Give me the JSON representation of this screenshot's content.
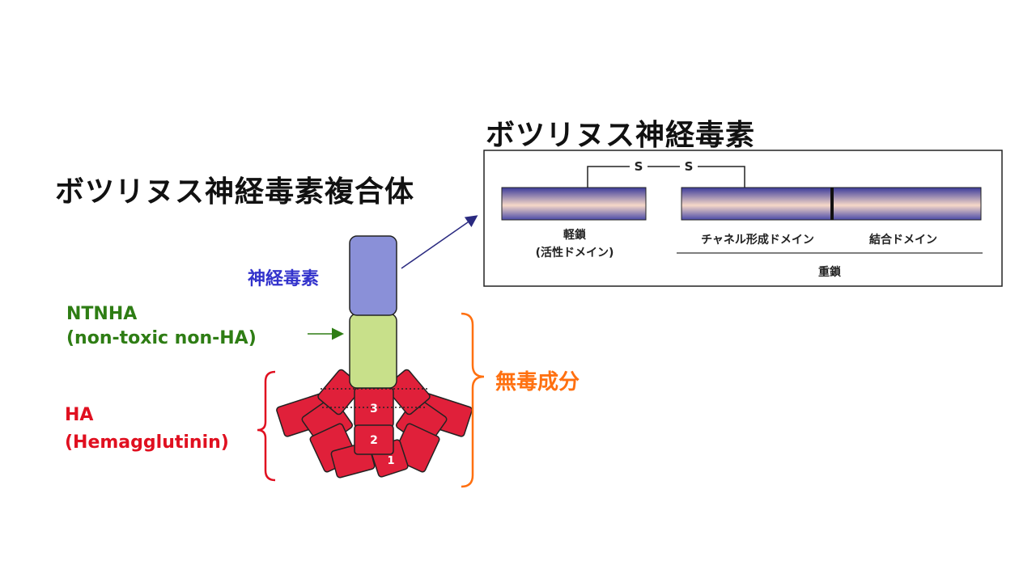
{
  "titles": {
    "complex": "ボツリヌス神経毒素複合体",
    "toxin": "ボツリヌス神経毒素"
  },
  "labels": {
    "neurotoxin": "神経毒素",
    "ntnha_line1": "NTNHA",
    "ntnha_line2": "(non-toxic non-HA)",
    "ha_line1": "HA",
    "ha_line2": "(Hemagglutinin)",
    "nontoxic": "無毒成分"
  },
  "ha_numbers": [
    "3",
    "2",
    "1"
  ],
  "toxin_panel": {
    "disulfide_left": "S",
    "disulfide_right": "S",
    "light_chain_line1": "軽鎖",
    "light_chain_line2": "(活性ドメイン)",
    "channel_domain": "チャネル形成ドメイン",
    "binding_domain": "結合ドメイン",
    "heavy_chain": "重鎖"
  },
  "colors": {
    "neurotoxin": "#8a90d8",
    "ntnha": "#c8e08a",
    "ha": "#e0203a",
    "nontoxic_brace": "#ff7010",
    "ha_brace": "#e01020",
    "arrow": "#2a2a80"
  }
}
